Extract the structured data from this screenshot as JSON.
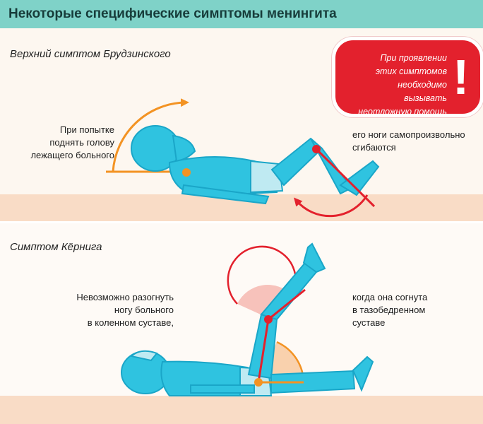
{
  "header": {
    "title": "Некоторые специфические симптомы менингита"
  },
  "alert": {
    "lines": [
      "При проявлении",
      "этих симптомов",
      "необходимо вызывать",
      "неотложную помощь"
    ],
    "mark": "!"
  },
  "sections": [
    {
      "title": "Верхний симптом Брудзинского",
      "left_text": [
        "При попытке",
        "поднять голову",
        "лежащего больного"
      ],
      "right_text": [
        "его ноги самопроизвольно",
        "сгибаются"
      ]
    },
    {
      "title": "Симптом Кёрнига",
      "left_text": [
        "Невозможно разогнуть",
        "ногу больного",
        "в коленном суставе,"
      ],
      "right_text": [
        "когда она согнута",
        "в тазобедренном",
        "суставе"
      ]
    }
  ],
  "colors": {
    "header": "#7fd2c8",
    "body_fill": "#2fc3e0",
    "body_outline": "#1aa6c8",
    "floor": "#f9dcc6",
    "orange_arc": "#f39323",
    "red": "#e3212d",
    "joint_orange": "#f39323",
    "joint_red": "#e3212d"
  },
  "icons": [
    "exclamation-icon"
  ]
}
